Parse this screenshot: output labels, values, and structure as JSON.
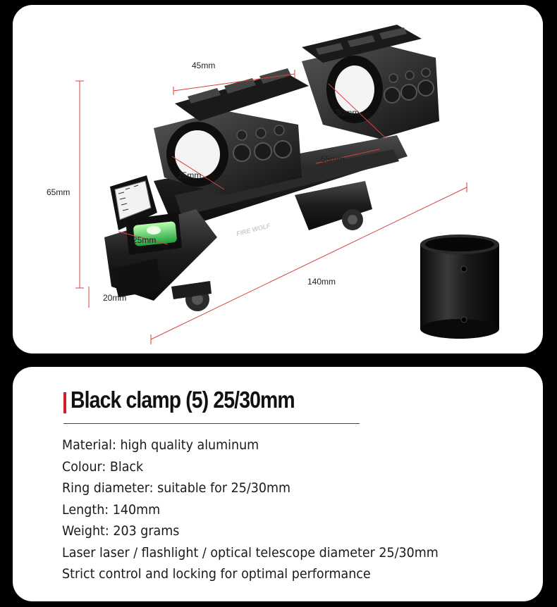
{
  "dimensions": {
    "top_ring_width": "45mm",
    "ring_diameter_30": "30mm",
    "ring_spacing": "55mm",
    "ring_diameter_25_a": "25mm",
    "ring_diameter_25_b": "25mm",
    "total_height": "65mm",
    "base_height": "20mm",
    "total_length": "140mm"
  },
  "brand_engraving": "FIRE WOLF",
  "title": "Black clamp (5) 25/30mm",
  "specs": [
    "Material: high quality aluminum",
    "Colour: Black",
    "Ring diameter: suitable for 25/30mm",
    "Length: 140mm",
    "Weight: 203 grams",
    "Laser laser / flashlight / optical telescope diameter 25/30mm",
    "Strict control and locking for optimal performance"
  ],
  "colors": {
    "accent_red": "#d0202a",
    "dimension_line": "#d94040",
    "card_bg": "#ffffff",
    "page_bg": "#000000"
  }
}
